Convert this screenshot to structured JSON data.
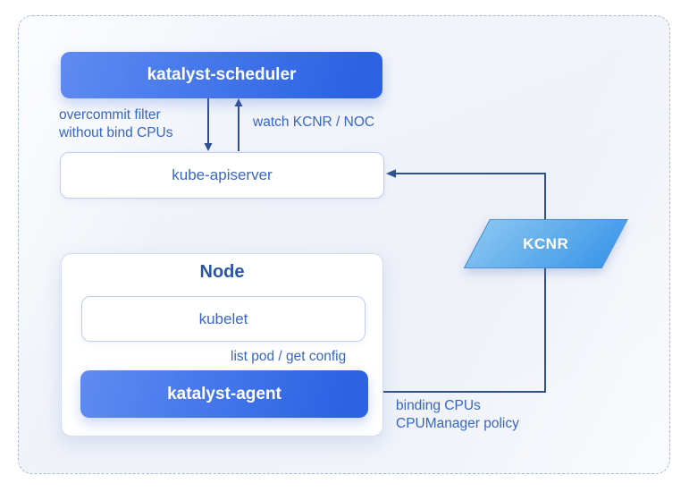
{
  "boxes": {
    "scheduler": "katalyst-scheduler",
    "apiserver": "kube-apiserver",
    "node": "Node",
    "kubelet": "kubelet",
    "agent": "katalyst-agent",
    "kcnr": "KCNR"
  },
  "edge_labels": {
    "overcommit": "overcommit filter\nwithout bind CPUs",
    "watch": "watch KCNR / NOC",
    "list_pod": "list pod / get config",
    "binding": "binding CPUs\nCPUManager policy"
  },
  "colors": {
    "accent_start": "#5f8bf1",
    "accent_end": "#2c63e4",
    "kcnr_start": "#85c4f1",
    "kcnr_end": "#3e97e8",
    "label_color": "#3765c3",
    "node_title_color": "#2a54a8",
    "box_text_color": "#3a67c4",
    "arrow_color": "#30508d",
    "box_border_color": "#bccff2",
    "frame_border_color": "#a6bad6",
    "bg_inner": "#eef1f8"
  }
}
